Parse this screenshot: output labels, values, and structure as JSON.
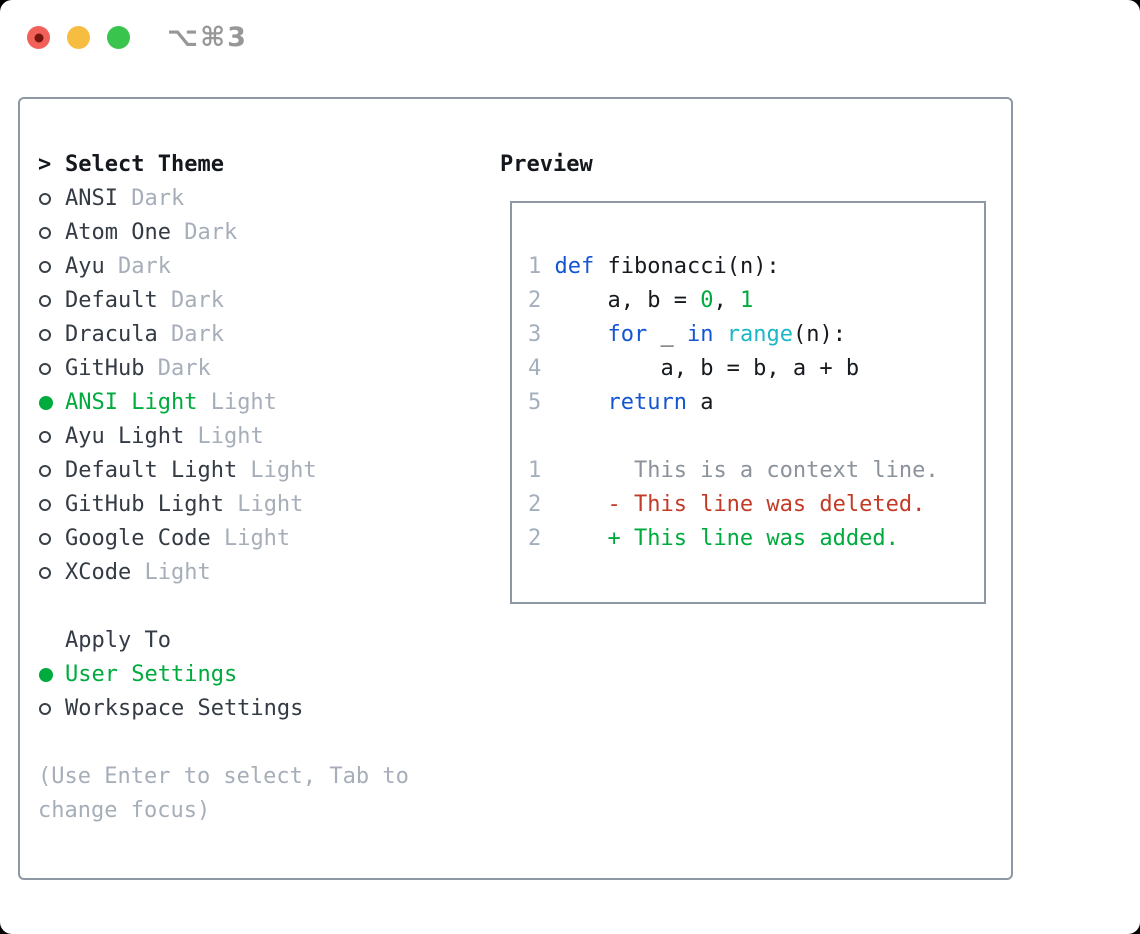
{
  "window": {
    "title": "⌥⌘3",
    "traffic_lights": [
      {
        "name": "close-button",
        "color": "#f2605a",
        "has_dot": true
      },
      {
        "name": "minimize-button",
        "color": "#f6bd41",
        "has_dot": false
      },
      {
        "name": "zoom-button",
        "color": "#38c44d",
        "has_dot": false
      }
    ]
  },
  "theme_panel": {
    "header": {
      "pointer": ">",
      "label": "Select Theme"
    },
    "themes": [
      {
        "name": "ANSI",
        "variant": "Dark",
        "selected": false
      },
      {
        "name": "Atom One",
        "variant": "Dark",
        "selected": false
      },
      {
        "name": "Ayu",
        "variant": "Dark",
        "selected": false
      },
      {
        "name": "Default",
        "variant": "Dark",
        "selected": false
      },
      {
        "name": "Dracula",
        "variant": "Dark",
        "selected": false
      },
      {
        "name": "GitHub",
        "variant": "Dark",
        "selected": false
      },
      {
        "name": "ANSI Light",
        "variant": "Light",
        "selected": true
      },
      {
        "name": "Ayu Light",
        "variant": "Light",
        "selected": false
      },
      {
        "name": "Default Light",
        "variant": "Light",
        "selected": false
      },
      {
        "name": "GitHub Light",
        "variant": "Light",
        "selected": false
      },
      {
        "name": "Google Code",
        "variant": "Light",
        "selected": false
      },
      {
        "name": "XCode",
        "variant": "Light",
        "selected": false
      }
    ],
    "apply_to": {
      "label": "Apply To",
      "options": [
        {
          "name": "User Settings",
          "selected": true
        },
        {
          "name": "Workspace Settings",
          "selected": false
        }
      ]
    },
    "help_lines": [
      "(Use Enter to select, Tab to",
      "change focus)"
    ]
  },
  "preview": {
    "heading": "Preview",
    "lines": [
      {
        "num": "1",
        "segs": [
          {
            "t": "def",
            "c": "blue"
          },
          {
            "t": " fibonacci(n):",
            "c": "code"
          }
        ]
      },
      {
        "num": "2",
        "segs": [
          {
            "t": "    a, b = ",
            "c": "code"
          },
          {
            "t": "0",
            "c": "green"
          },
          {
            "t": ", ",
            "c": "code"
          },
          {
            "t": "1",
            "c": "green"
          }
        ]
      },
      {
        "num": "3",
        "segs": [
          {
            "t": "    ",
            "c": "code"
          },
          {
            "t": "for",
            "c": "blue"
          },
          {
            "t": " _ ",
            "c": "code"
          },
          {
            "t": "in",
            "c": "blue"
          },
          {
            "t": " ",
            "c": "code"
          },
          {
            "t": "range",
            "c": "cyan"
          },
          {
            "t": "(n):",
            "c": "code"
          }
        ]
      },
      {
        "num": "4",
        "segs": [
          {
            "t": "        a, b = b, a + b",
            "c": "code"
          }
        ]
      },
      {
        "num": "5",
        "segs": [
          {
            "t": "    ",
            "c": "code"
          },
          {
            "t": "return",
            "c": "blue"
          },
          {
            "t": " a",
            "c": "code"
          }
        ]
      },
      {
        "num": "",
        "segs": []
      },
      {
        "num": "1",
        "segs": [
          {
            "t": "      This is a context line.",
            "c": "ctx"
          }
        ]
      },
      {
        "num": "2",
        "segs": [
          {
            "t": "    - This line was deleted.",
            "c": "red"
          }
        ]
      },
      {
        "num": "2",
        "segs": [
          {
            "t": "    + This line was added.",
            "c": "green"
          }
        ]
      }
    ]
  },
  "colors": {
    "green": "#00ab3e",
    "red": "#c33b26",
    "blue": "#1456d1",
    "cyan": "#19b7c7",
    "gray": "#a6aeb9",
    "dark": "#343b44",
    "black": "#14181d",
    "code_dark": "#16191d",
    "line_number": "#a4afbd",
    "context": "#8b929b",
    "border": "#8e98a4",
    "bullet_stroke": "#3a4148",
    "title_gray": "#979797",
    "traffic_red": "#f2605a",
    "traffic_red_dot": "#75150b",
    "traffic_yellow": "#f6bd41",
    "traffic_green": "#38c44d"
  }
}
